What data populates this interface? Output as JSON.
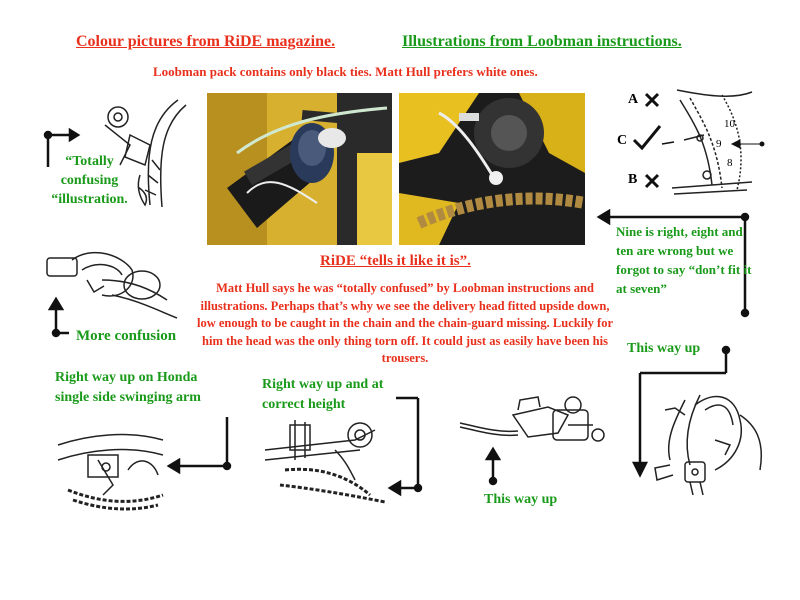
{
  "header": {
    "left_title": "Colour pictures from RiDE magazine.",
    "right_title": "Illustrations from Loobman instructions.",
    "subtitle": "Loobman pack contains only black ties. Matt Hull prefers white ones."
  },
  "captions": {
    "totally_confusing": "“Totally confusing “illustration.",
    "more_confusion": "More confusion",
    "ride_tells": "RiDE “tells it like it is”.",
    "right_way_honda": "Right way up on Honda single side swinging arm",
    "right_way_height": "Right way up and at correct height",
    "this_way_up_mid": "This way up",
    "this_way_up_right": "This way up",
    "nine_is_right": "Nine is right, eight and ten are wrong but we forgot to say “don’t fit it at seven”"
  },
  "body_text": "Matt Hull says he was “totally confused” by Loobman instructions and illustrations. Perhaps that’s why we see the delivery head fitted upside down, low enough to be caught in the chain and the chain-guard missing. Luckily for him the head was the only thing torn off. It could just as easily have been his trousers.",
  "diagram_labels": {
    "a": "A",
    "b": "B",
    "c": "C",
    "n10": "10",
    "n9": "9",
    "n8": "8"
  },
  "colors": {
    "red_text": "#e8301c",
    "green_text": "#1a9a1a",
    "photo_yellow": "#e8c020"
  }
}
